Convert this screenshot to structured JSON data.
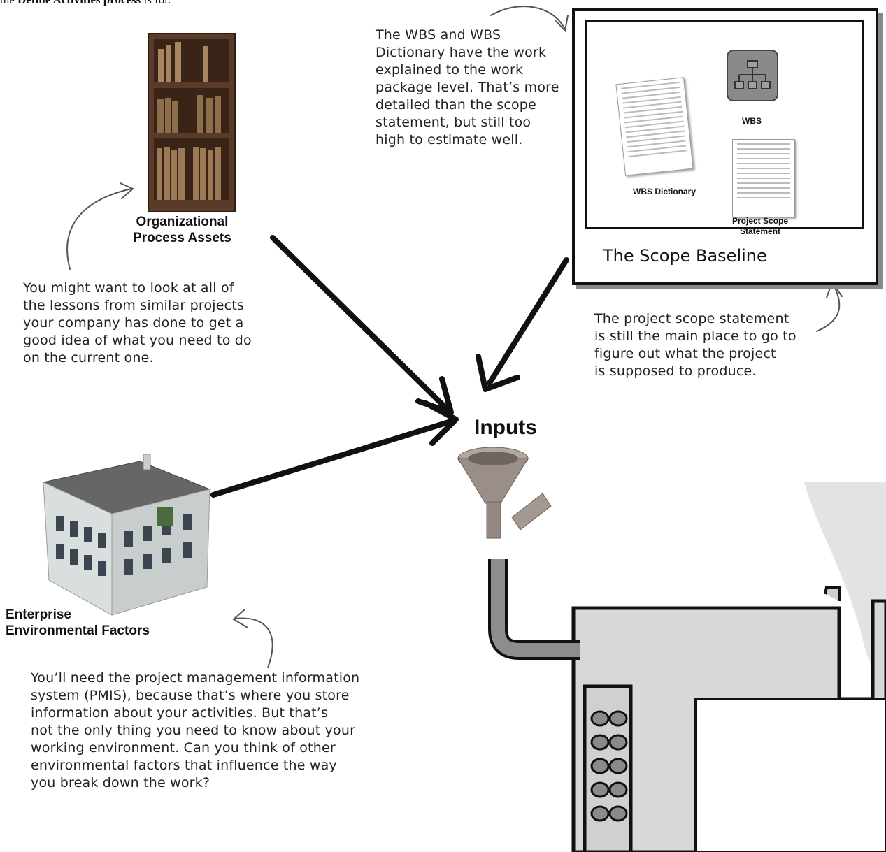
{
  "top_line": {
    "prefix": "the ",
    "bold": "Define Activities process",
    "suffix": " is for."
  },
  "labels": {
    "organizational": "Organizational",
    "process_assets": "Process Assets",
    "enterprise": "Enterprise",
    "environmental_factors": "Environmental Factors",
    "inputs": "Inputs"
  },
  "scope_baseline": {
    "title": "The Scope Baseline",
    "wbs": "WBS",
    "wbs_dictionary": "WBS Dictionary",
    "project_scope": "Project Scope",
    "statement": "Statement"
  },
  "notes": {
    "wbs": [
      "The WBS and WBS",
      "Dictionary have the work",
      "explained to the work",
      "package level. That’s more",
      "detailed than the scope",
      "statement, but still too",
      "high to estimate well."
    ],
    "oa": [
      "You might want to look at all of",
      "the lessons from similar projects",
      "your company has done to get a",
      "good idea of what you need to do",
      "on the current one."
    ],
    "scope": [
      "The project scope statement",
      "is still the main place to go to",
      "figure out what the project",
      "is supposed to produce."
    ],
    "ef": [
      "You’ll need the project management information",
      "system (PMIS), because that’s where you store",
      "information about your activities. But that’s",
      "not the only thing you need to know about your",
      "working environment. Can you think of other",
      "environmental factors that influence the way",
      "you break down the work?"
    ]
  }
}
